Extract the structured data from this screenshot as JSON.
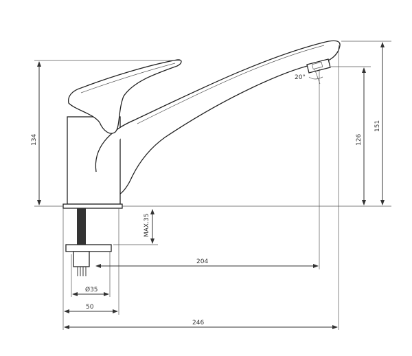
{
  "drawing": {
    "dimensions": {
      "height_lever": "134",
      "height_total": "151",
      "height_outlet": "126",
      "outlet_angle": "20°",
      "max_counter_thickness": "MAX.35",
      "reach": "204",
      "hole_diameter": "Ø35",
      "base_diameter": "50",
      "total_length": "246"
    },
    "line_color": "#333333"
  }
}
